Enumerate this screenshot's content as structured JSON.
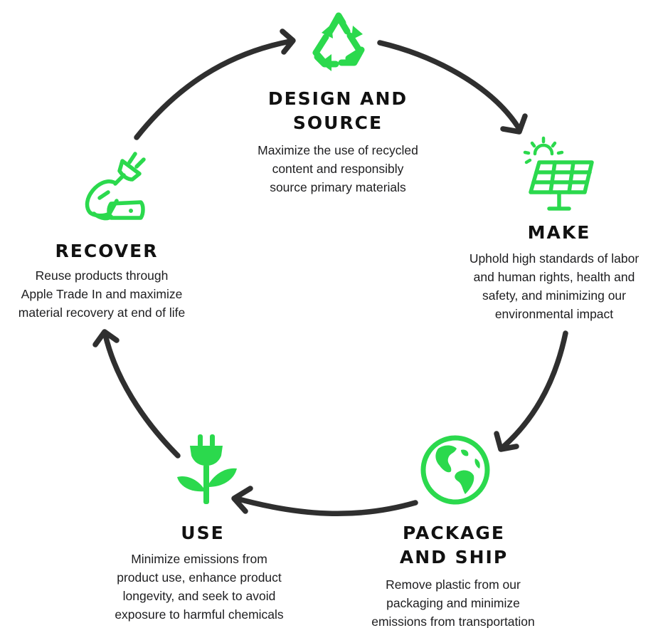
{
  "colors": {
    "accent": "#2bd94d",
    "arrow": "#2f2f2f",
    "text": "#1d1d1f",
    "heading": "#111111",
    "background": "#ffffff"
  },
  "stages": {
    "design": {
      "icon": "recycle-icon",
      "title_lines": [
        "DESIGN AND",
        "SOURCE"
      ],
      "desc_lines": [
        "Maximize the use of recycled",
        "content and responsibly",
        "source primary materials"
      ]
    },
    "make": {
      "icon": "solar-panel-icon",
      "title_lines": [
        "MAKE"
      ],
      "desc_lines": [
        "Uphold high standards of labor",
        "and human rights, health and",
        "safety, and minimizing our",
        "environmental impact"
      ]
    },
    "package": {
      "icon": "globe-icon",
      "title_lines": [
        "PACKAGE",
        "AND SHIP"
      ],
      "desc_lines": [
        "Remove plastic from our",
        "packaging and minimize",
        "emissions from transportation"
      ]
    },
    "use": {
      "icon": "plug-plant-icon",
      "title_lines": [
        "USE"
      ],
      "desc_lines": [
        "Minimize emissions from",
        "product use, enhance product",
        "longevity, and seek to avoid",
        "exposure to harmful chemicals"
      ]
    },
    "recover": {
      "icon": "hand-plug-icon",
      "title_lines": [
        "RECOVER"
      ],
      "desc_lines": [
        "Reuse products through",
        "Apple Trade In and maximize",
        "material recovery at end of life"
      ]
    }
  }
}
